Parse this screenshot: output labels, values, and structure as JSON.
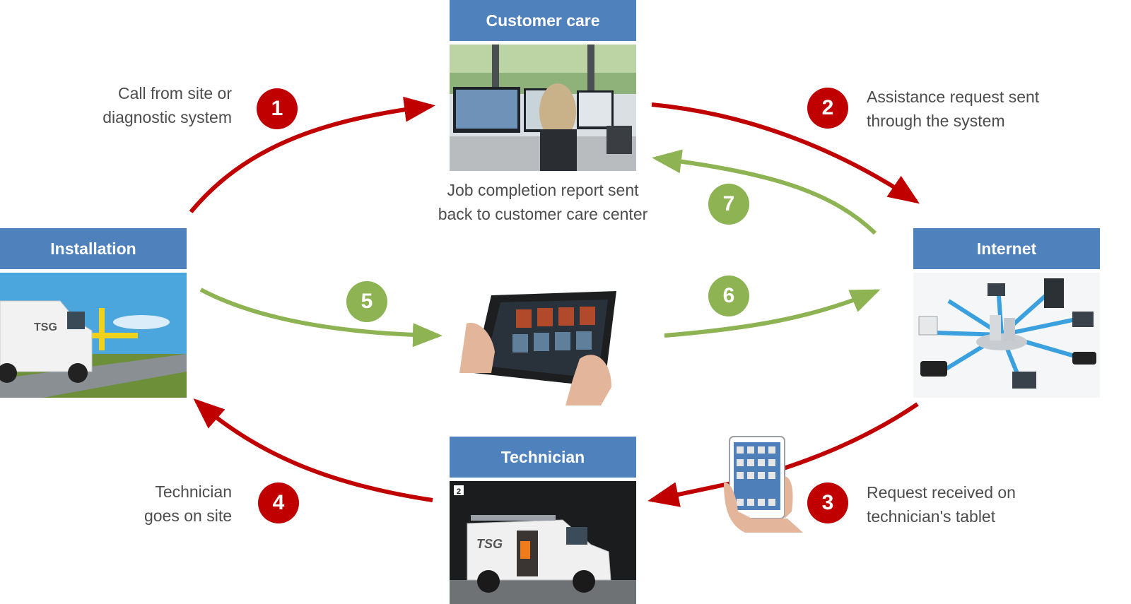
{
  "nodes": {
    "customer_care": {
      "title": "Customer care"
    },
    "installation": {
      "title": "Installation"
    },
    "internet": {
      "title": "Internet"
    },
    "technician": {
      "title": "Technician"
    }
  },
  "steps": [
    {
      "number": "1",
      "color": "#c00000",
      "lines": [
        "Call from site or",
        "diagnostic system"
      ]
    },
    {
      "number": "2",
      "color": "#c00000",
      "lines": [
        "Assistance request sent",
        "through the system"
      ]
    },
    {
      "number": "3",
      "color": "#c00000",
      "lines": [
        "Request received on",
        "technician's tablet"
      ]
    },
    {
      "number": "4",
      "color": "#c00000",
      "lines": [
        "Technician",
        "goes on site"
      ]
    },
    {
      "number": "5",
      "color": "#8db353",
      "lines": []
    },
    {
      "number": "6",
      "color": "#8db353",
      "lines": []
    },
    {
      "number": "7",
      "color": "#8db353",
      "lines": [
        "Job completion report sent",
        "back to customer care center"
      ]
    }
  ],
  "brand": {
    "van_logo": "TSG",
    "bay_number": "2"
  },
  "colors": {
    "header": "#4f81bd",
    "red_flow": "#c00000",
    "green_flow": "#8db353",
    "caption": "#4d4d4d"
  }
}
